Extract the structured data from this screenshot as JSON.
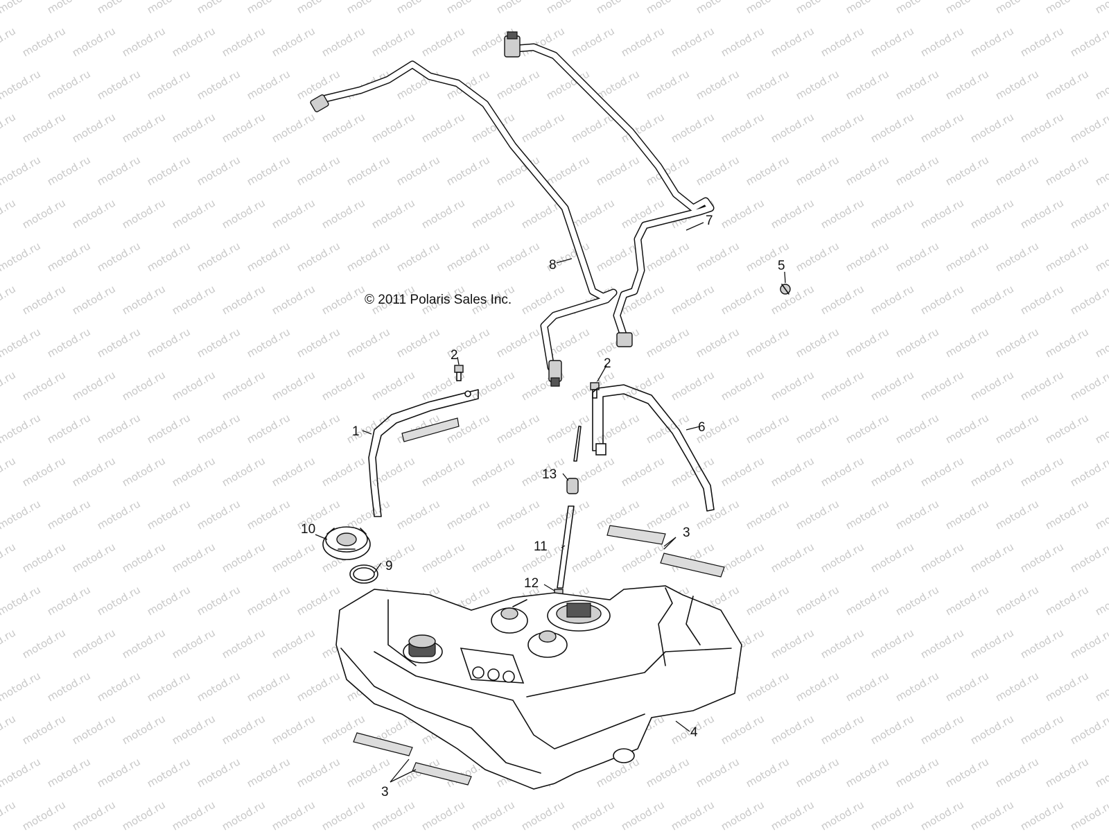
{
  "copyright": "© 2011 Polaris Sales Inc.",
  "watermark": "motod.ru",
  "callouts": [
    {
      "id": "1",
      "text": "1"
    },
    {
      "id": "2a",
      "text": "2"
    },
    {
      "id": "2b",
      "text": "2"
    },
    {
      "id": "3a",
      "text": "3"
    },
    {
      "id": "3b",
      "text": "3"
    },
    {
      "id": "4",
      "text": "4"
    },
    {
      "id": "5",
      "text": "5"
    },
    {
      "id": "6",
      "text": "6"
    },
    {
      "id": "7",
      "text": "7"
    },
    {
      "id": "8",
      "text": "8"
    },
    {
      "id": "9",
      "text": "9"
    },
    {
      "id": "10",
      "text": "10"
    },
    {
      "id": "11",
      "text": "11"
    },
    {
      "id": "12",
      "text": "12"
    },
    {
      "id": "13",
      "text": "13"
    }
  ]
}
